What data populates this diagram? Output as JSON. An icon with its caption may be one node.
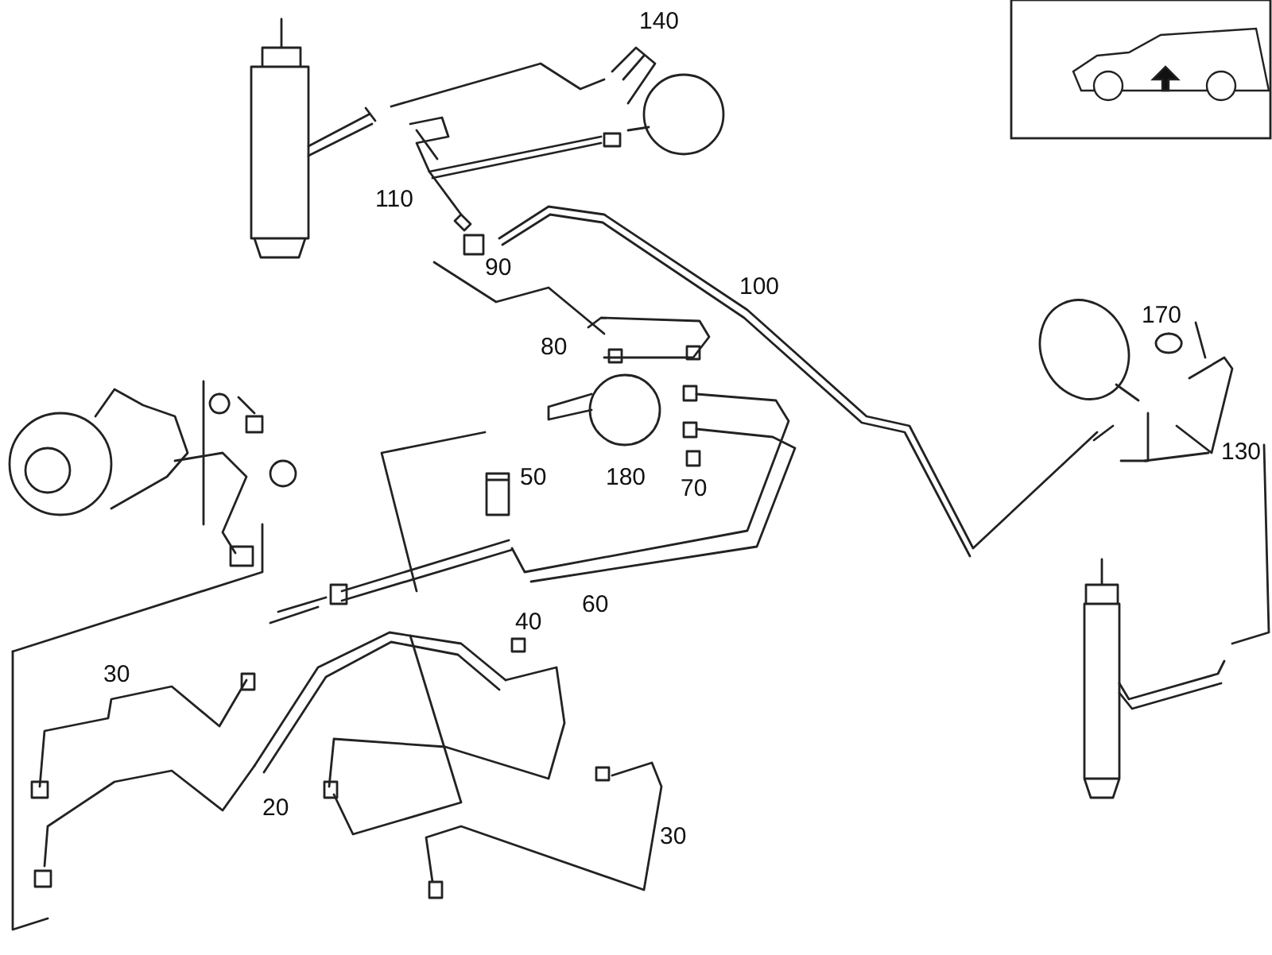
{
  "diagram": {
    "labels": [
      "140",
      "110",
      "90",
      "100",
      "170",
      "80",
      "130",
      "50",
      "180",
      "70",
      "60",
      "40",
      "30",
      "20",
      "30"
    ]
  }
}
